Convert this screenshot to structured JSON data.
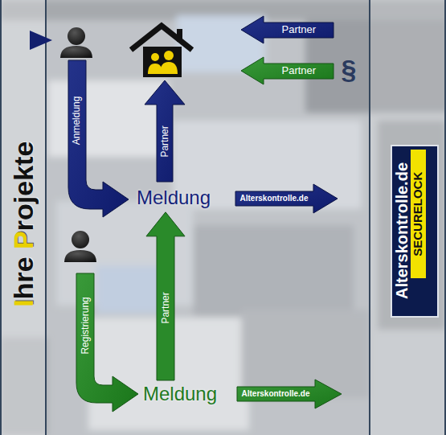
{
  "diagram": {
    "title": "Ihre Projekte",
    "nodes": [
      {
        "text": [
          "Meldung"
        ]
      },
      {
        "text": [
          "Alterskontrolle.de",
          "SECURELOCK"
        ]
      },
      {
        "text": [
          "Meldung"
        ]
      }
    ],
    "edges": [
      {
        "from": 2,
        "to": 0,
        "label": "Partner",
        "arrow": "to"
      }
    ],
    "labels": [
      "Partner",
      "Partner",
      "§",
      "Anmeldung",
      "Partner",
      "Alterskontrolle.de",
      "Registrierung",
      "Alterskontrolle.de"
    ]
  }
}
